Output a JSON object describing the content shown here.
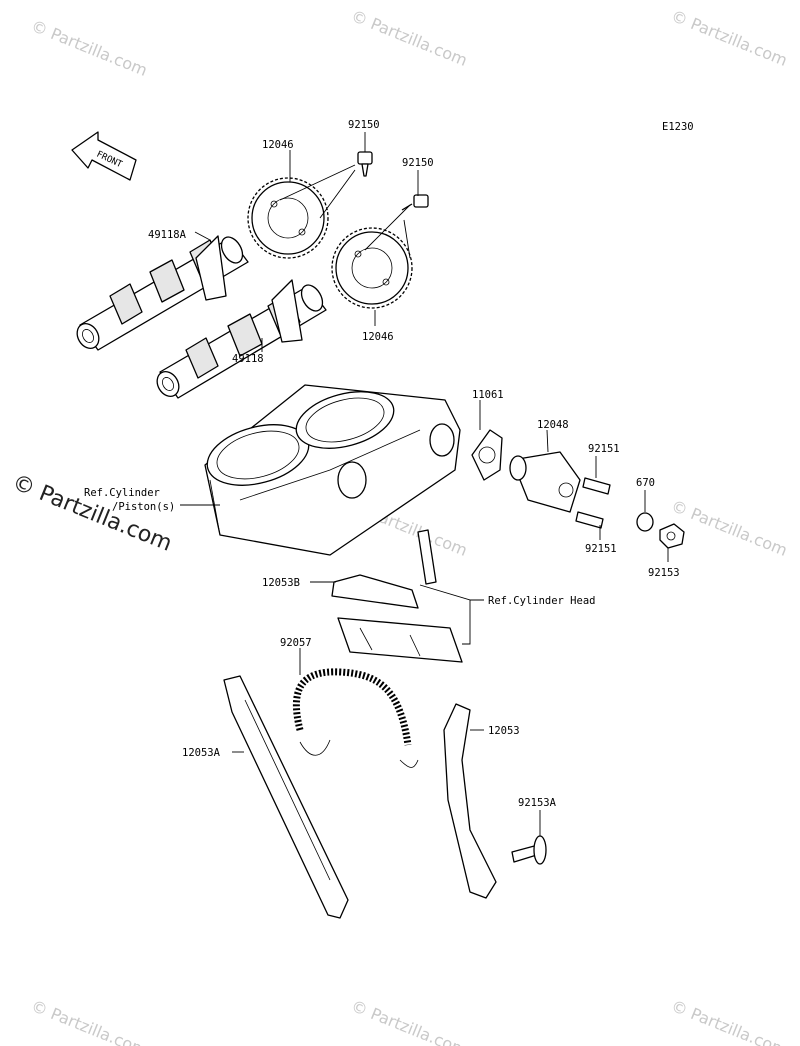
{
  "diagram_code": "E1230",
  "watermark": "© Partzilla.com",
  "front_label": "FRONT",
  "labels": {
    "p92150_a": "92150",
    "p92150_b": "92150",
    "p12046_a": "12046",
    "p12046_b": "12046",
    "p49118A": "49118A",
    "p49118": "49118",
    "p11061": "11061",
    "p12048": "12048",
    "p92151_a": "92151",
    "p92151_b": "92151",
    "p670": "670",
    "p92153": "92153",
    "ref_cyl_1": "Ref.Cylinder",
    "ref_cyl_2": "/Piston(s)",
    "p12053B": "12053B",
    "ref_head": "Ref.Cylinder Head",
    "p92057": "92057",
    "p12053A": "12053A",
    "p12053": "12053",
    "p92153A": "92153A"
  }
}
